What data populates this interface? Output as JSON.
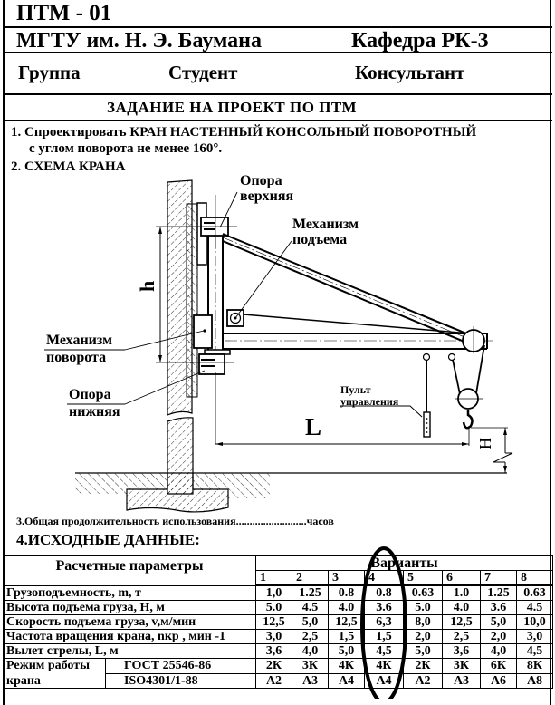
{
  "header": {
    "title": "ПТМ - 01",
    "university": "МГТУ им. Н. Э. Баумана",
    "department": "Кафедра  РК-3",
    "group_label": "Группа",
    "student_label": "Студент",
    "consultant_label": "Консультант",
    "assignment_title": "ЗАДАНИЕ  НА  ПРОЕКТ  ПО  ПТМ"
  },
  "tasks": {
    "item1_line1": "1. Спроектировать КРАН НАСТЕННЫЙ КОНСОЛЬНЫЙ  ПОВОРОТНЫЙ",
    "item1_line2": "с углом поворота  не менее  160°.",
    "item2": "2.  СХЕМА  КРАНА",
    "item3": "3.Общая продолжительность использования..........................часов",
    "item4": "4.ИСХОДНЫЕ ДАННЫЕ:"
  },
  "diagram": {
    "labels": {
      "upper_support_1": "Опора",
      "upper_support_2": "верхняя",
      "lift_mech_1": "Механизм",
      "lift_mech_2": "подъема",
      "slew_mech_1": "Механизм",
      "slew_mech_2": "поворота",
      "lower_support_1": "Опора",
      "lower_support_2": "нижняя",
      "pendant_1": "Пульт",
      "pendant_2": "управления",
      "dim_h": "h",
      "dim_L": "L",
      "dim_H": "H"
    }
  },
  "table": {
    "param_header": "Расчетные параметры",
    "variants_header": "Варианты",
    "variant_numbers": [
      "1",
      "2",
      "3",
      "4",
      "5",
      "6",
      "7",
      "8"
    ],
    "highlighted_variant": "4",
    "rows": [
      {
        "label": "Грузоподъемность, m, т",
        "values": [
          "1,0",
          "1.25",
          "0.8",
          "0.8",
          "0.63",
          "1.0",
          "1.25",
          "0.63"
        ]
      },
      {
        "label": "Высота подъема груза, H, м",
        "values": [
          "5.0",
          "4.5",
          "4.0",
          "3.6",
          "5.0",
          "4.0",
          "3.6",
          "4.5"
        ]
      },
      {
        "label": "Скорость подъема груза, v,м/мин",
        "values": [
          "12,5",
          "5,0",
          "12,5",
          "6,3",
          "8,0",
          "12,5",
          "5,0",
          "10,0"
        ]
      },
      {
        "label": "Частота вращения крана, nкр , мин -1",
        "values": [
          "3,0",
          "2,5",
          "1,5",
          "1,5",
          "2,0",
          "2,5",
          "2,0",
          "3,0"
        ]
      },
      {
        "label": "Вылет стрелы, L, м",
        "values": [
          "3,6",
          "4,0",
          "5,0",
          "4,5",
          "5,0",
          "3,6",
          "4,0",
          "4,5"
        ]
      }
    ],
    "mode": {
      "label_1": "Режим работы",
      "label_2": "крана",
      "standards": [
        {
          "name": "ГОСТ 25546-86",
          "values": [
            "2К",
            "3К",
            "4К",
            "4К",
            "2К",
            "3К",
            "6К",
            "8К"
          ]
        },
        {
          "name": "ISO4301/1-88",
          "values": [
            "А2",
            "А3",
            "А4",
            "А4",
            "А2",
            "А3",
            "А6",
            "А8"
          ]
        }
      ]
    }
  }
}
